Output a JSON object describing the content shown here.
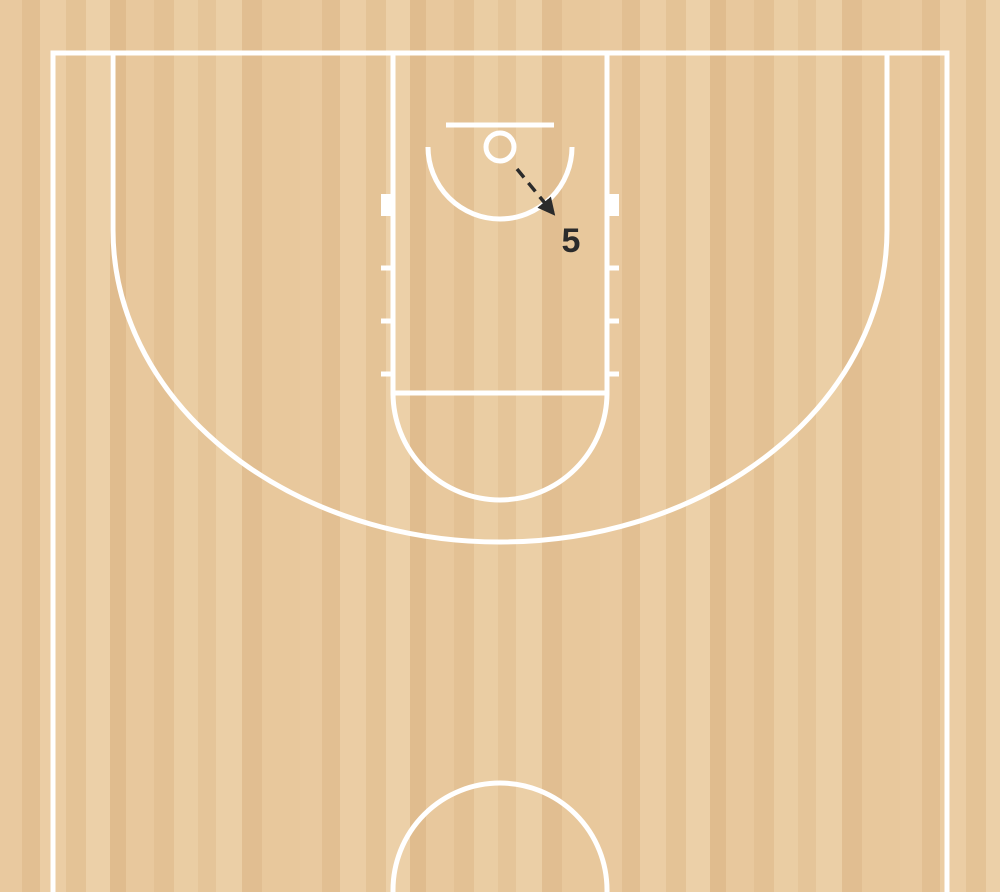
{
  "diagram": {
    "colors": {
      "floor": "#e6c59a",
      "court_lines": "#ffffff",
      "annotation": "#2b2b2b"
    },
    "players": [
      {
        "label": "5"
      }
    ],
    "movements": [
      {
        "player": "5",
        "style": "dashed-arrow"
      }
    ]
  }
}
